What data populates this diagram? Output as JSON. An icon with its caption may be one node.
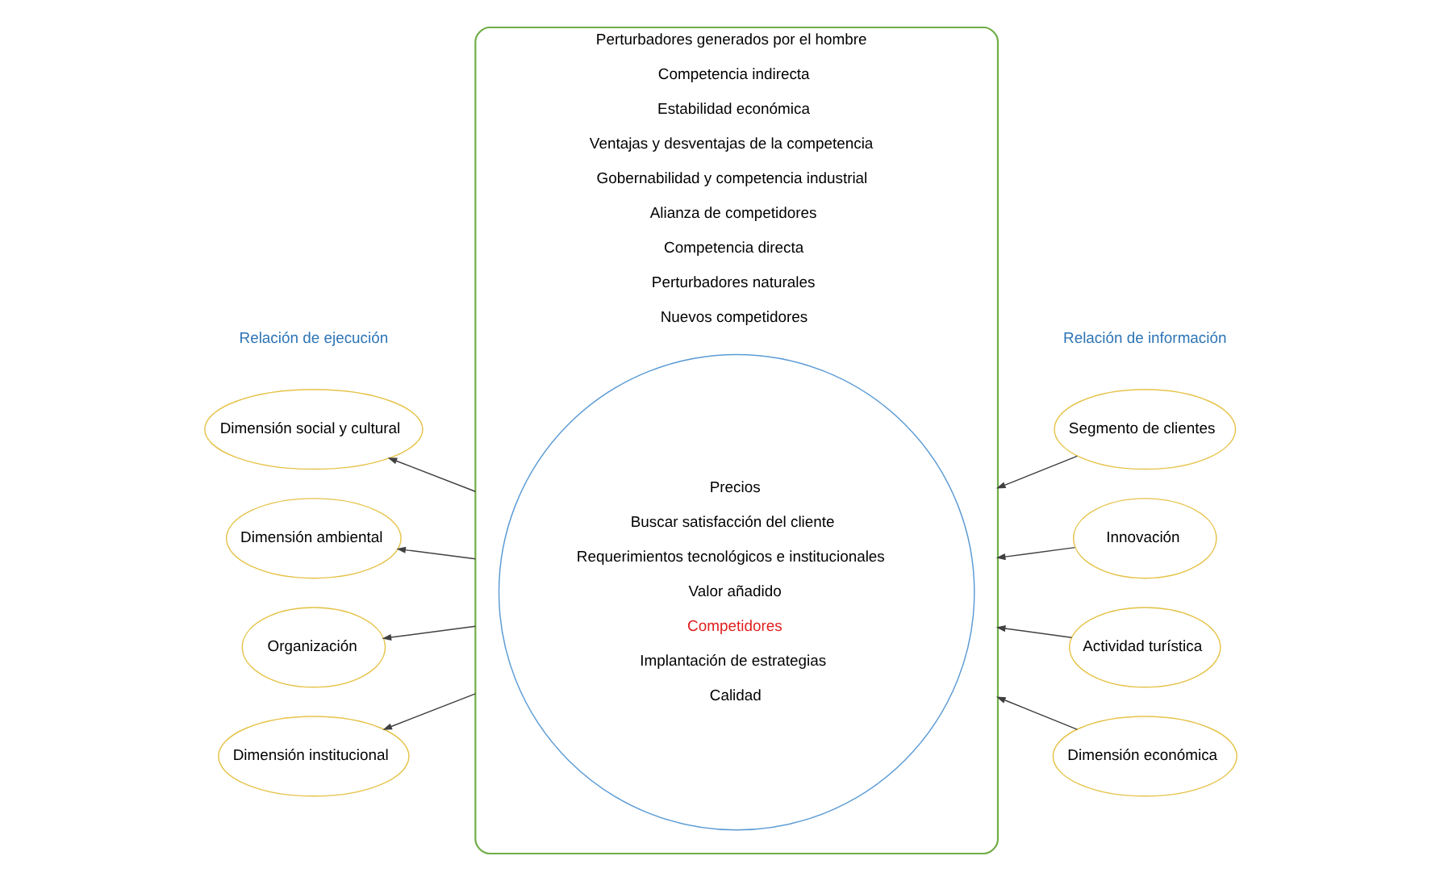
{
  "diagram": {
    "nodes": [
      {
        "text": [
          "Perturbadores generados por el hombre",
          "Competencia indirecta",
          "Estabilidad económica",
          "Ventajas y desventajas de la competencia",
          "Gobernabilidad y competencia industrial",
          "Alianza de competidores",
          "Competencia directa",
          "Perturbadores naturales",
          "Nuevos competidores"
        ]
      },
      {
        "text": [
          "Precios",
          "Buscar satisfacción del cliente",
          "Requerimientos tecnológicos e institucionales",
          "Valor añadido",
          "Competidores",
          "Implantación de estrategias",
          "Calidad"
        ],
        "in": 0
      },
      {
        "text": [
          "Dimensión social y cultural"
        ]
      },
      {
        "text": [
          "Dimensión ambiental"
        ]
      },
      {
        "text": [
          "Organización"
        ]
      },
      {
        "text": [
          "Dimensión institucional"
        ]
      },
      {
        "text": [
          "Segmento de clientes"
        ]
      },
      {
        "text": [
          "Innovación"
        ]
      },
      {
        "text": [
          "Actividad turística"
        ]
      },
      {
        "text": [
          "Dimensión económica"
        ]
      }
    ],
    "edges": [
      {
        "from": 0,
        "to": 2,
        "arrow": "to"
      },
      {
        "from": 0,
        "to": 3,
        "arrow": "to"
      },
      {
        "from": 0,
        "to": 4,
        "arrow": "to"
      },
      {
        "from": 0,
        "to": 5,
        "arrow": "to"
      },
      {
        "from": 6,
        "to": 0,
        "arrow": "to"
      },
      {
        "from": 7,
        "to": 0,
        "arrow": "to"
      },
      {
        "from": 8,
        "to": 0,
        "arrow": "to"
      },
      {
        "from": 9,
        "to": 0,
        "arrow": "to"
      }
    ],
    "labels": [
      "Relación de ejecución",
      "Relación de información"
    ]
  }
}
